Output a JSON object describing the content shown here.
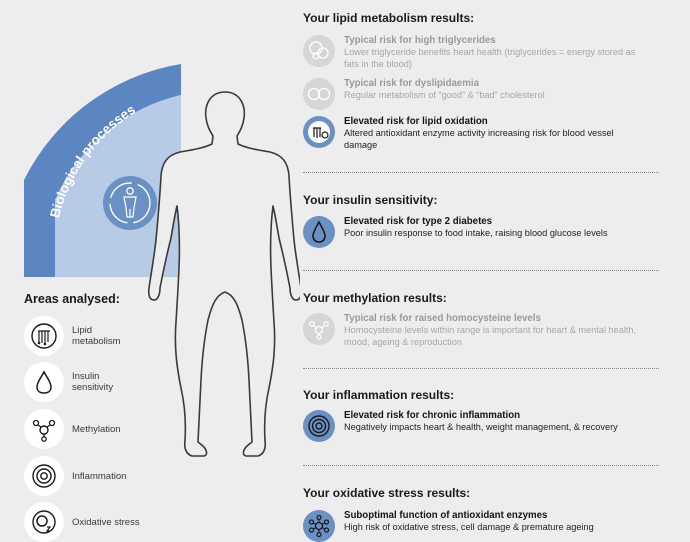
{
  "left": {
    "arc_label": "Biological processes",
    "areas_title": "Areas analysed:",
    "areas": [
      {
        "label": "Lipid metabolism",
        "icon": "lipid-icon"
      },
      {
        "label": "Insulin sensitivity",
        "icon": "droplet-icon"
      },
      {
        "label": "Methylation",
        "icon": "molecule-icon"
      },
      {
        "label": "Inflammation",
        "icon": "target-rings-icon"
      },
      {
        "label": "Oxidative stress",
        "icon": "oxygen-icon"
      }
    ]
  },
  "sections": [
    {
      "title": "Your lipid metabolism results:",
      "results": [
        {
          "heading": "Typical risk for high triglycerides",
          "body": "Lower triglyceride benefits heart health (triglycerides = energy stored as fats in the blood)",
          "status": "typical",
          "icon": "triglyceride-icon"
        },
        {
          "heading": "Typical risk for dyslipidaemia",
          "body": "Regular metabolism of “good” & “bad” cholesterol",
          "status": "typical",
          "icon": "cholesterol-icon"
        },
        {
          "heading": "Elevated risk for lipid oxidation",
          "body": "Altered antioxidant enzyme activity increasing risk for blood vessel damage",
          "status": "elevated",
          "icon": "lipid-oxidation-icon"
        }
      ]
    },
    {
      "title": "Your insulin sensitivity:",
      "results": [
        {
          "heading": "Elevated risk for type 2 diabetes",
          "body": "Poor insulin response to food intake, raising blood glucose levels",
          "status": "elevated",
          "icon": "droplet-icon"
        }
      ]
    },
    {
      "title": "Your methylation results:",
      "results": [
        {
          "heading": "Typical risk for raised homocysteine levels",
          "body": "Homocysteine levels within range is important for heart & mental health, mood, ageing & reproduction",
          "status": "typical",
          "icon": "molecule-icon"
        }
      ]
    },
    {
      "title": "Your inflammation results:",
      "results": [
        {
          "heading": "Elevated risk for chronic inflammation",
          "body": "Negatively impacts heart & health, weight management, & recovery",
          "status": "elevated",
          "icon": "target-rings-icon"
        }
      ]
    },
    {
      "title": "Your oxidative stress results:",
      "results": [
        {
          "heading": "Suboptimal function of antioxidant enzymes",
          "body": "High risk of oxidative stress, cell damage & premature ageing",
          "status": "elevated",
          "icon": "molecule-network-icon"
        }
      ]
    }
  ],
  "colors": {
    "accent": "#6a90c4",
    "arc_outer": "#5c86c2",
    "arc_inner": "#b8cbe6",
    "muted": "#d6d6d6",
    "background": "#ededed"
  }
}
